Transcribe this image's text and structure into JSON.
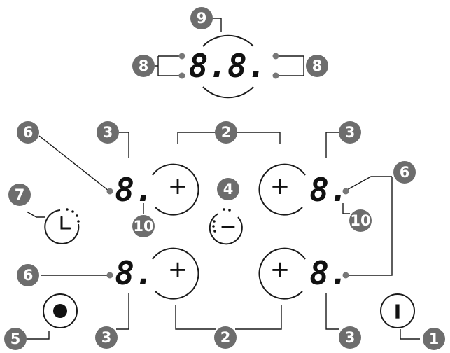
{
  "timer_display": {
    "digits": "8.8."
  },
  "zone_displays": {
    "top_left": "8.",
    "top_right": "8.",
    "bottom_left": "8.",
    "bottom_right": "8."
  },
  "controls": {
    "plus_symbol": "+",
    "minus_symbol": "−",
    "power_symbol": "I"
  },
  "callouts": {
    "c1": "1",
    "c2_top": "2",
    "c2_bottom": "2",
    "c3_tl": "3",
    "c3_tr": "3",
    "c3_bl": "3",
    "c3_br": "3",
    "c4": "4",
    "c5": "5",
    "c6_left_top": "6",
    "c6_left_bottom": "6",
    "c6_right": "6",
    "c7": "7",
    "c8_left": "8",
    "c8_right": "8",
    "c9": "9",
    "c10_left": "10",
    "c10_right": "10"
  },
  "colors": {
    "callout_fill": "#6d6d6d",
    "line": "#1a1a1a",
    "indicator_dot": "#777777"
  }
}
